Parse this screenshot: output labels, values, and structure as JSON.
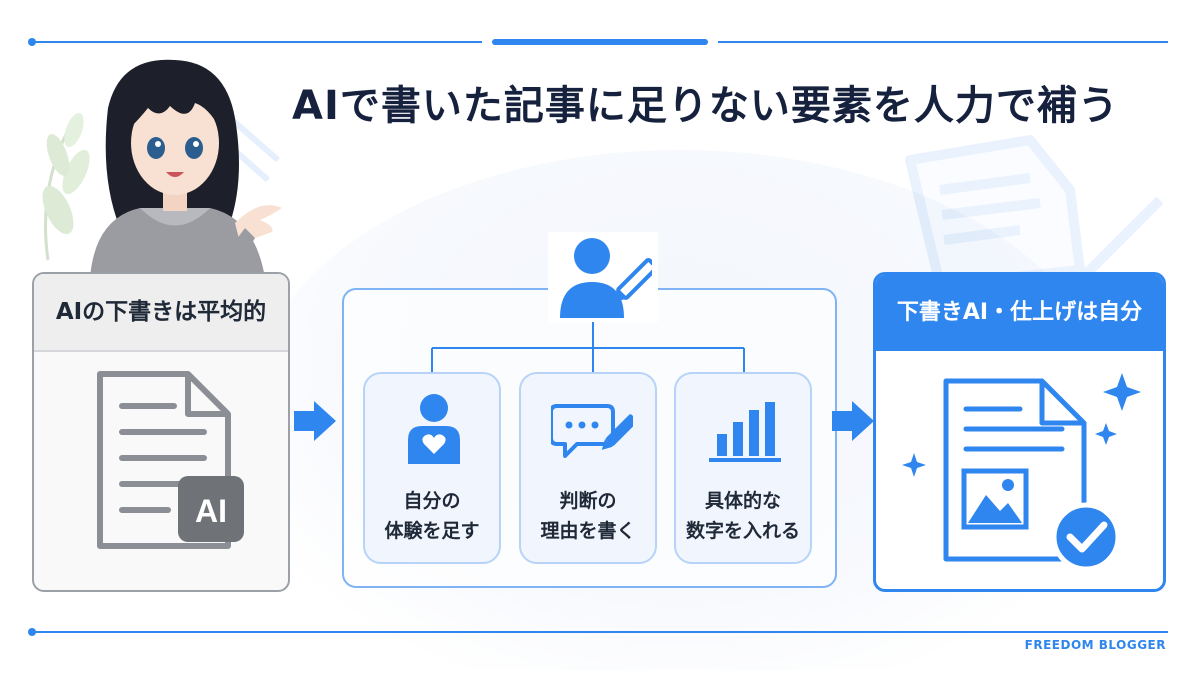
{
  "colors": {
    "accent": "#2f86ef",
    "title_text": "#16223d",
    "gray_panel_border": "#9ca1a8",
    "gray_icon": "#8b8f95"
  },
  "title": "AIで書いた記事に足りない要素を人力で補う",
  "left_panel": {
    "heading": "AIの下書きは平均的",
    "icon": "document-ai-icon",
    "badge": "AI"
  },
  "center": {
    "top_icon": "person-pen-icon",
    "cards": [
      {
        "icon": "person-heart-icon",
        "line1": "自分の",
        "line2": "体験を足す"
      },
      {
        "icon": "chat-pen-icon",
        "line1": "判断の",
        "line2": "理由を書く"
      },
      {
        "icon": "bar-chart-icon",
        "line1": "具体的な",
        "line2": "数字を入れる"
      }
    ]
  },
  "right_panel": {
    "heading": "下書きAI・仕上げは自分",
    "icon": "document-check-icon"
  },
  "brand": "FREEDOM BLOGGER"
}
